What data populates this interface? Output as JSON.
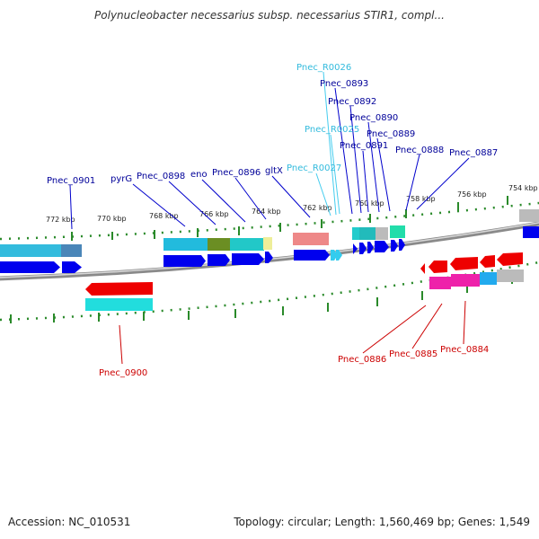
{
  "title": "Polynucleobacter necessarius subsp. necessarius STIR1, compl...",
  "footer": {
    "accession": "Accession: NC_010531",
    "summary": "Topology: circular; Length: 1,560,469 bp; Genes: 1,549"
  },
  "ticks": [
    "772 kbp",
    "770 kbp",
    "768 kbp",
    "766 kbp",
    "764 kbp",
    "762 kbp",
    "760 kbp",
    "758 kbp",
    "756 kbp",
    "754 kbp"
  ],
  "labels": {
    "Pnec_0901": "Pnec_0901",
    "pyrG": "pyrG",
    "Pnec_0898": "Pnec_0898",
    "eno": "eno",
    "Pnec_0896": "Pnec_0896",
    "gltX": "gltX",
    "Pnec_R0027": "Pnec_R0027",
    "Pnec_R0026": "Pnec_R0026",
    "Pnec_R0025": "Pnec_R0025",
    "Pnec_0893": "Pnec_0893",
    "Pnec_0892": "Pnec_0892",
    "Pnec_0890": "Pnec_0890",
    "Pnec_0889": "Pnec_0889",
    "Pnec_0891": "Pnec_0891",
    "Pnec_0888": "Pnec_0888",
    "Pnec_0887": "Pnec_0887",
    "Pnec_0900": "Pnec_0900",
    "Pnec_0886": "Pnec_0886",
    "Pnec_0885": "Pnec_0885",
    "Pnec_0884": "Pnec_0884"
  },
  "colors": {
    "forward_gene": "#0000ee",
    "reverse_gene": "#ee0000",
    "rna_gene": "#33ccee",
    "forward_label": "#000099",
    "reverse_label": "#cc0000",
    "rna_label": "#33bbdd",
    "tick": "#227722",
    "backbone": "#777777"
  }
}
